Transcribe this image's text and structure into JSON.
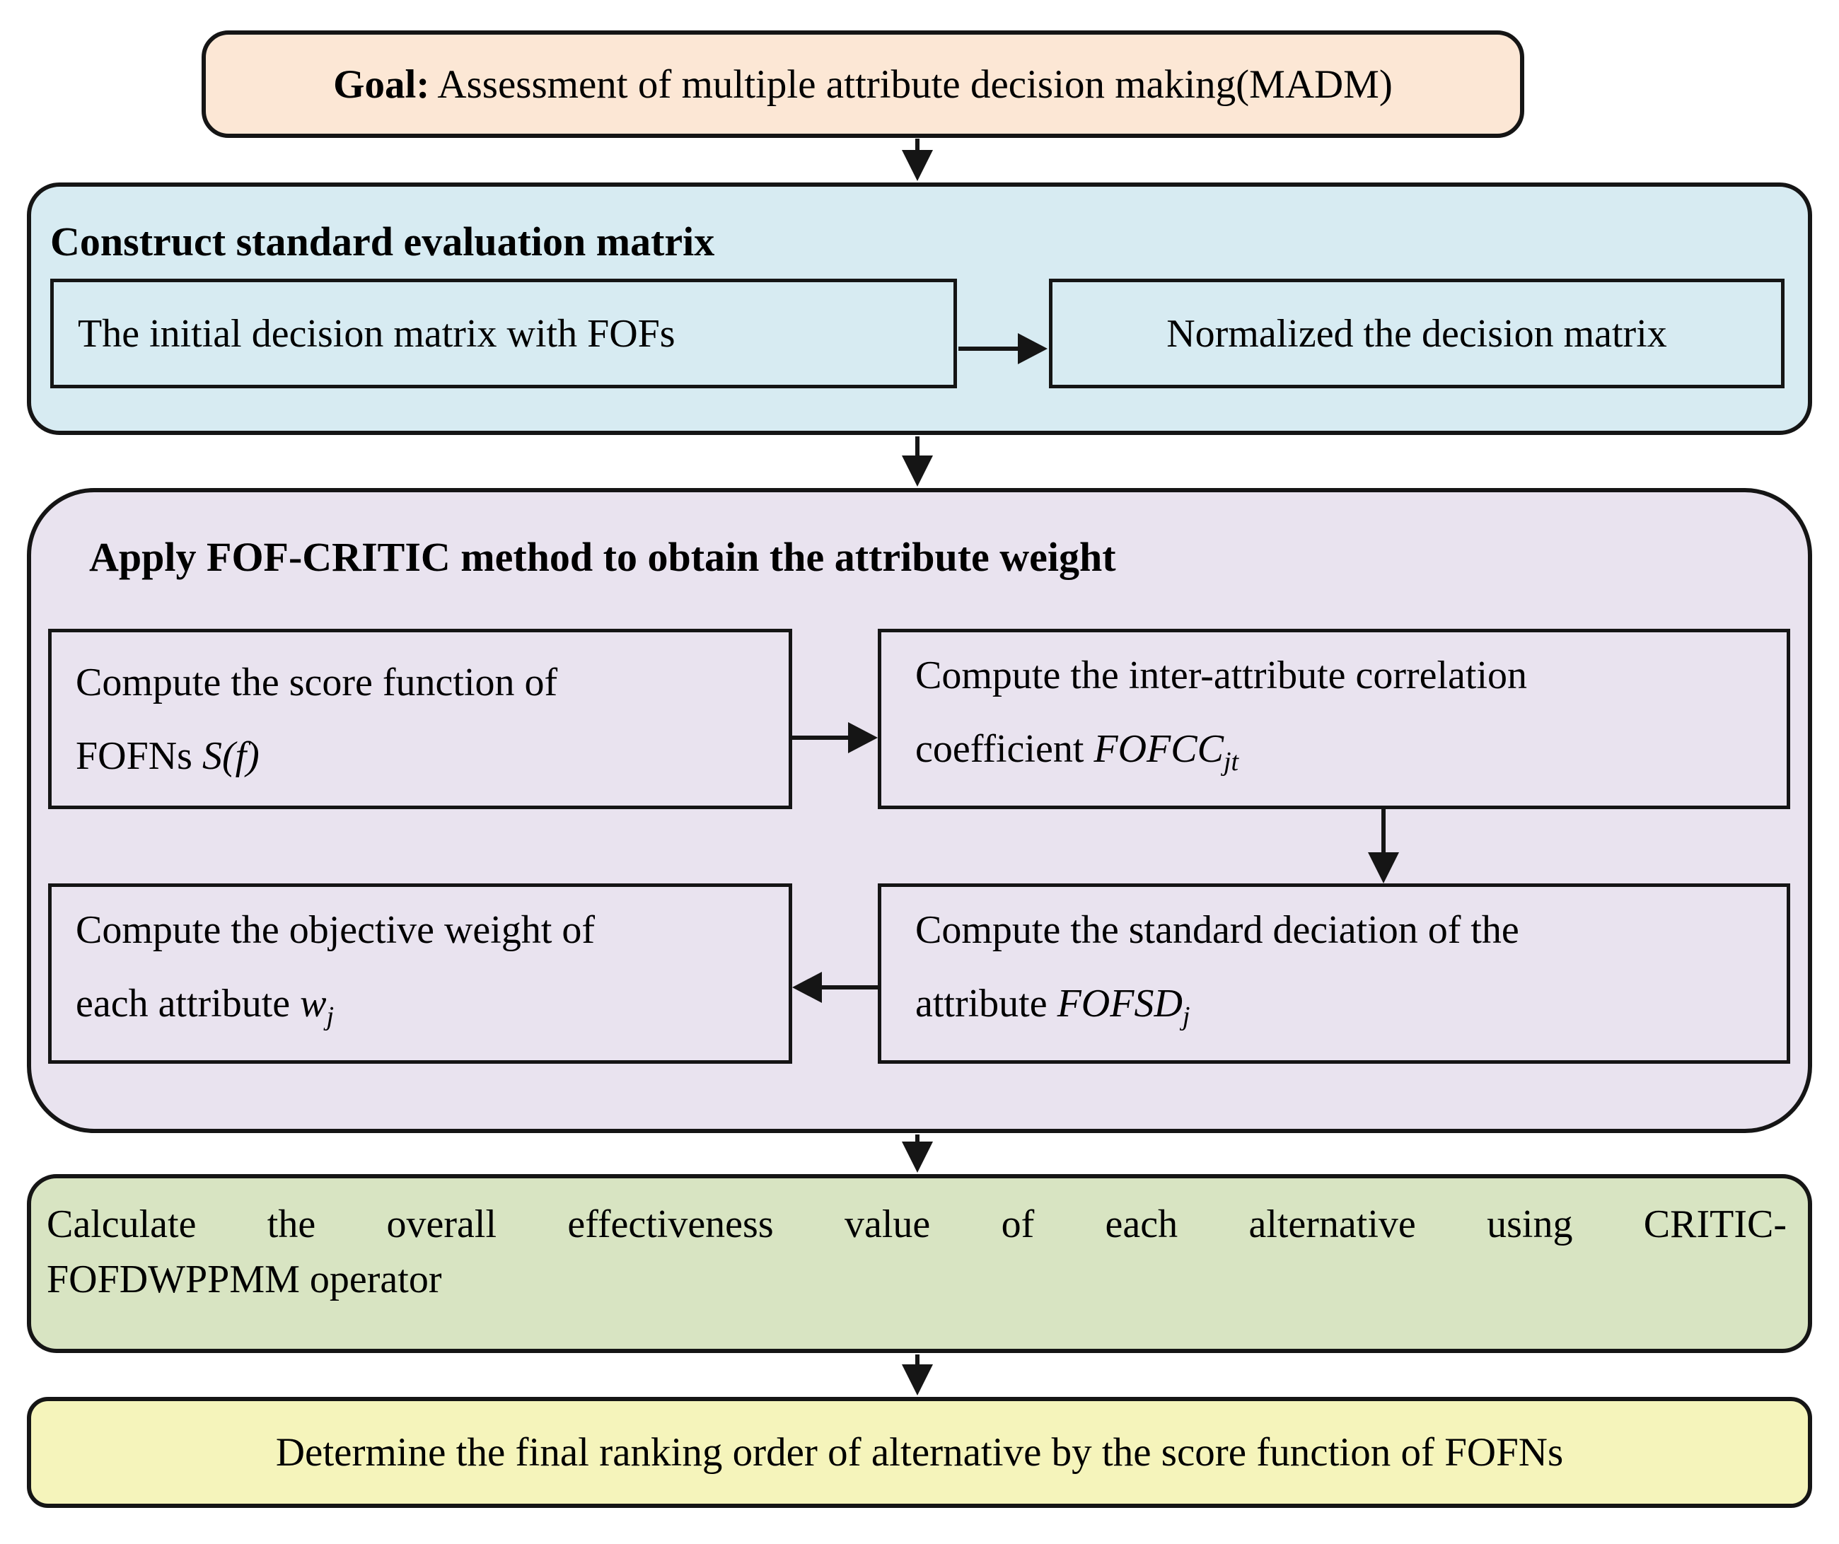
{
  "colors": {
    "goal_fill": "#fce7d5",
    "matrix_fill": "#d7ebf2",
    "critic_fill": "#e9e3ef",
    "overall_fill": "#d8e4c2",
    "ranking_fill": "#f5f4bb",
    "line": "#151515"
  },
  "goal": {
    "label_bold": "Goal:",
    "label_rest": " Assessment of multiple attribute decision making(MADM)"
  },
  "matrix_section": {
    "header": "Construct standard evaluation matrix",
    "initial_box": "The initial decision matrix with FOFs",
    "normalized_box": "Normalized the decision matrix"
  },
  "critic_section": {
    "header": "Apply FOF-CRITIC method to obtain the attribute weight",
    "score_box": {
      "line1": "Compute the score function of",
      "line2": "FOFNs ",
      "math": "S(f)"
    },
    "correlation_box": {
      "line1": "Compute the inter-attribute correlation",
      "line2": "coefficient ",
      "math": "FOFCC",
      "sub": "jt"
    },
    "deviation_box": {
      "line1": "Compute the standard deciation of the",
      "line2": "attribute ",
      "math": "FOFSD",
      "sub": "j"
    },
    "weight_box": {
      "line1": "Compute the objective weight of",
      "line2": "each attribute ",
      "math": "w",
      "sub": "j"
    }
  },
  "overall_box": {
    "line1": "Calculate the overall effectiveness value of each alternative using CRITIC-",
    "line2": "FOFDWPPMM operator"
  },
  "ranking_box": {
    "text": "Determine the final ranking order of alternative by the score function of FOFNs"
  }
}
